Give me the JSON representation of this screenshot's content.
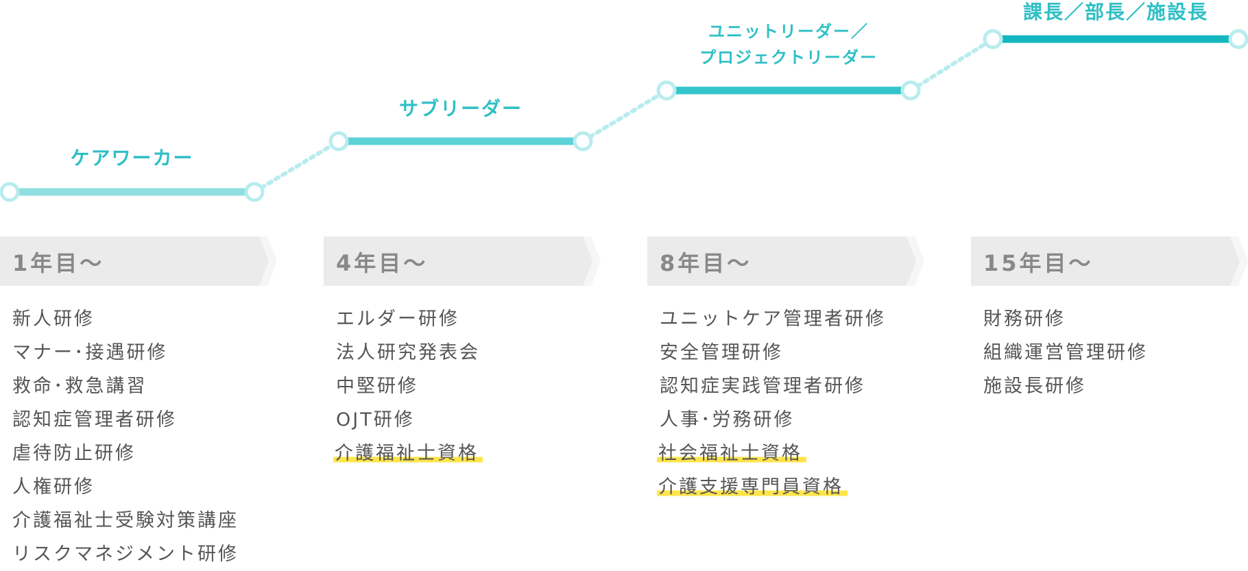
{
  "colors": {
    "step_colors": [
      "#8fdfe2",
      "#5cd1d6",
      "#34c5cb",
      "#14b6bf"
    ],
    "title_color": "#2ebfc5",
    "node_stroke": "#b9ecef",
    "dotted_connector": "#b9ecef",
    "banner_bg": "#ebebeb",
    "year_text": "#888888",
    "list_text": "#555555",
    "highlight": "#fde44a"
  },
  "roles": [
    {
      "title_lines": [
        "ケアワーカー"
      ]
    },
    {
      "title_lines": [
        "サブリーダー"
      ]
    },
    {
      "title_lines": [
        "ユニットリーダー／",
        "プロジェクトリーダー"
      ]
    },
    {
      "title_lines": [
        "課長／部長／施設長"
      ]
    }
  ],
  "columns": [
    {
      "year": "1年目～",
      "items": [
        {
          "text": "新人研修",
          "highlight": false
        },
        {
          "text": "マナー･接遇研修",
          "highlight": false
        },
        {
          "text": "救命･救急講習",
          "highlight": false
        },
        {
          "text": "認知症管理者研修",
          "highlight": false
        },
        {
          "text": "虐待防止研修",
          "highlight": false
        },
        {
          "text": "人権研修",
          "highlight": false
        },
        {
          "text": "介護福祉士受験対策講座",
          "highlight": false
        },
        {
          "text": "リスクマネジメント研修",
          "highlight": false
        }
      ]
    },
    {
      "year": "4年目～",
      "items": [
        {
          "text": "エルダー研修",
          "highlight": false
        },
        {
          "text": "法人研究発表会",
          "highlight": false
        },
        {
          "text": "中堅研修",
          "highlight": false
        },
        {
          "text": "OJT研修",
          "highlight": false
        },
        {
          "text": "介護福祉士資格",
          "highlight": true
        }
      ]
    },
    {
      "year": "8年目～",
      "items": [
        {
          "text": "ユニットケア管理者研修",
          "highlight": false
        },
        {
          "text": "安全管理研修",
          "highlight": false
        },
        {
          "text": "認知症実践管理者研修",
          "highlight": false
        },
        {
          "text": "人事･労務研修",
          "highlight": false
        },
        {
          "text": "社会福祉士資格",
          "highlight": true
        },
        {
          "text": "介護支援専門員資格",
          "highlight": true
        }
      ]
    },
    {
      "year": "15年目～",
      "items": [
        {
          "text": "財務研修",
          "highlight": false
        },
        {
          "text": "組織運営管理研修",
          "highlight": false
        },
        {
          "text": "施設長研修",
          "highlight": false
        }
      ]
    }
  ]
}
